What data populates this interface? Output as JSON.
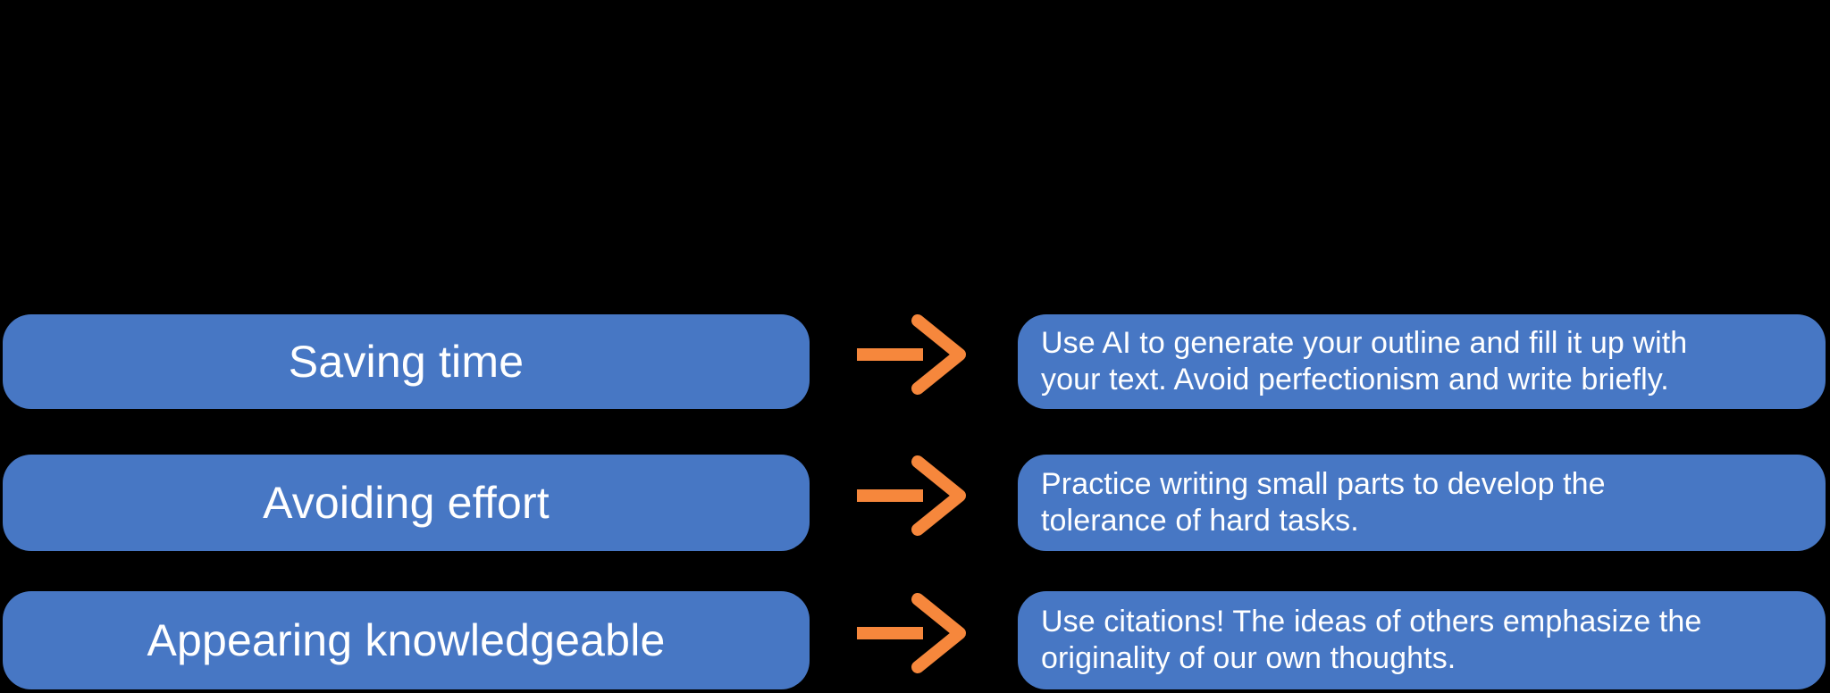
{
  "diagram": {
    "background_color": "#000000",
    "box_color": "#4777C4",
    "arrow_color": "#F6873C",
    "text_color": "#FFFFFF",
    "rows": [
      {
        "label": "Saving time",
        "description": "Use AI to generate your outline and fill it up with your text. Avoid perfectionism and write briefly.",
        "desc_lines": {
          "0": "Use AI to generate your outline and fill it up with",
          "1": "your text. Avoid perfectionism and write briefly."
        }
      },
      {
        "label": "Avoiding effort",
        "description": "Practice writing small parts to develop the tolerance of hard tasks.",
        "desc_lines": {
          "0": "Practice writing small parts to develop the",
          "1": "tolerance of hard tasks."
        }
      },
      {
        "label": "Appearing knowledgeable",
        "description": "Use citations! The ideas of others emphasize the originality of our own thoughts.",
        "desc_lines": {
          "0": "Use citations! The ideas of others emphasize the",
          "1": "originality of our own thoughts."
        }
      }
    ]
  }
}
